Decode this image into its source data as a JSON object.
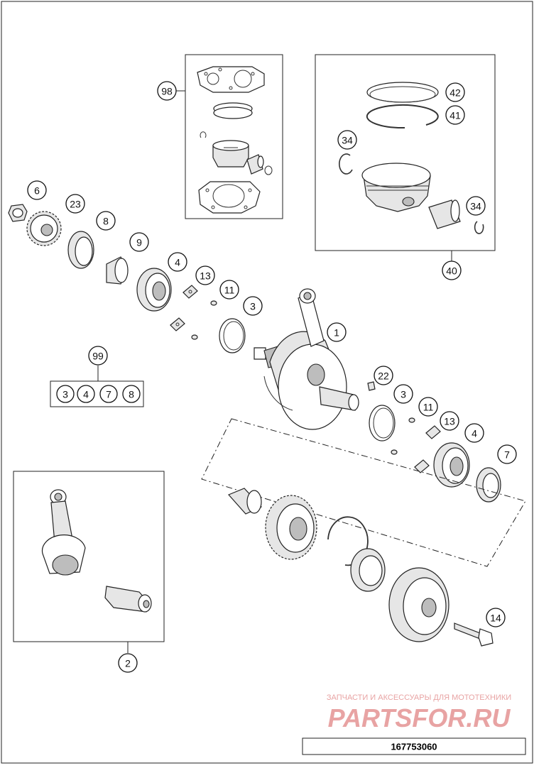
{
  "callouts": [
    {
      "n": "98"
    },
    {
      "n": "42"
    },
    {
      "n": "41"
    },
    {
      "n": "34"
    },
    {
      "n": "34"
    },
    {
      "n": "40"
    },
    {
      "n": "6"
    },
    {
      "n": "23"
    },
    {
      "n": "8"
    },
    {
      "n": "9"
    },
    {
      "n": "4"
    },
    {
      "n": "13"
    },
    {
      "n": "11"
    },
    {
      "n": "3"
    },
    {
      "n": "1"
    },
    {
      "n": "99"
    },
    {
      "n": "22"
    },
    {
      "n": "3"
    },
    {
      "n": "11"
    },
    {
      "n": "13"
    },
    {
      "n": "4"
    },
    {
      "n": "7"
    },
    {
      "n": "14"
    },
    {
      "n": "2"
    }
  ],
  "kit99": [
    "3",
    "4",
    "7",
    "8"
  ],
  "watermark": {
    "caption": "ЗАПЧАСТИ И АКСЕССУАРЫ ДЛЯ МОТОТЕХНИКИ",
    "logo": "PARTSFOR.RU",
    "color": "#e8a3a3"
  },
  "diagram_number": "167753060"
}
